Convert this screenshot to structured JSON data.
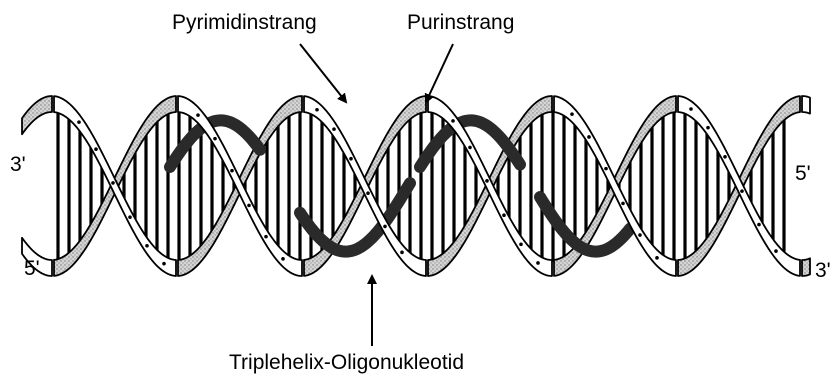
{
  "labels": {
    "pyrimidine_strand": "Pyrimidinstrang",
    "purine_strand": "Purinstrang",
    "triplex_oligo": "Triplehelix-Oligonukleotid",
    "left_top_end": "3'",
    "left_bottom_end": "5'",
    "right_top_end": "5'",
    "right_bottom_end": "3'"
  },
  "colors": {
    "outline": "#000000",
    "ribbon_fill": "#ffffff",
    "ribbon_hatched": "#c9c9c9",
    "third_strand": "#2a2a2a"
  }
}
